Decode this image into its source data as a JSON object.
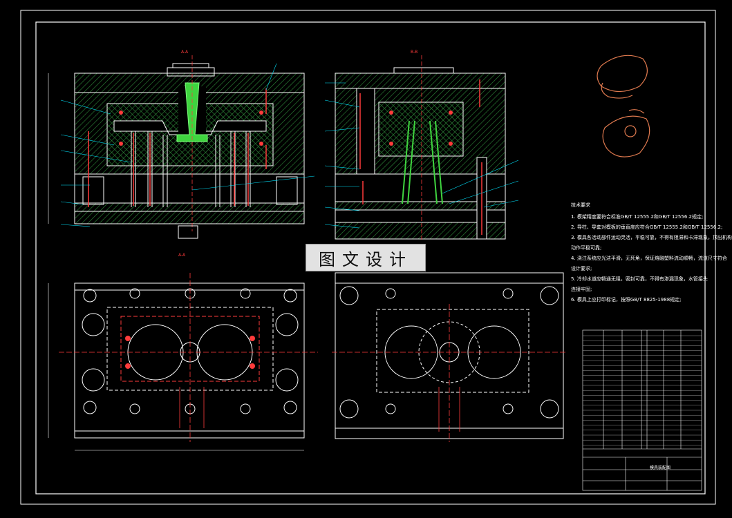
{
  "banner": {
    "text": "图文设计"
  },
  "section_marks": {
    "top_left": "A-A",
    "top_right": "B-B",
    "bottom_left": "A-A"
  },
  "tech_notes": {
    "title": "技术要求",
    "items": [
      "1. 模架精度要符合标准GB/T 12555.2和GB/T 12556.2规定;",
      "2. 导柱、导套对模板的垂直度应符合GB/T 12555.2和GB/T 12556.2;",
      "3. 模具各活动部件运动灵活，平稳可靠，不得有阻滞和卡滞现象，顶出机构",
      "动作平稳可靠;",
      "4. 浇注系统应光洁平滑，无死角，保证熔融塑料流动顺畅，流道尺寸符合",
      "设计要求;",
      "5. 冷却水道应畅通无阻，密封可靠，不得有渗漏现象，水管接头",
      "连接牢固;",
      "6. 模具上应打印标记，按照GB/T 8825-1988规定;"
    ]
  },
  "title_block": {
    "name": "模具装配图"
  },
  "colors": {
    "background": "#000000",
    "line": "#ffffff",
    "hatch": "#4caf50",
    "accent_red": "#ff3b3b",
    "part": "#e07a4f",
    "leader": "#00e5ff"
  }
}
